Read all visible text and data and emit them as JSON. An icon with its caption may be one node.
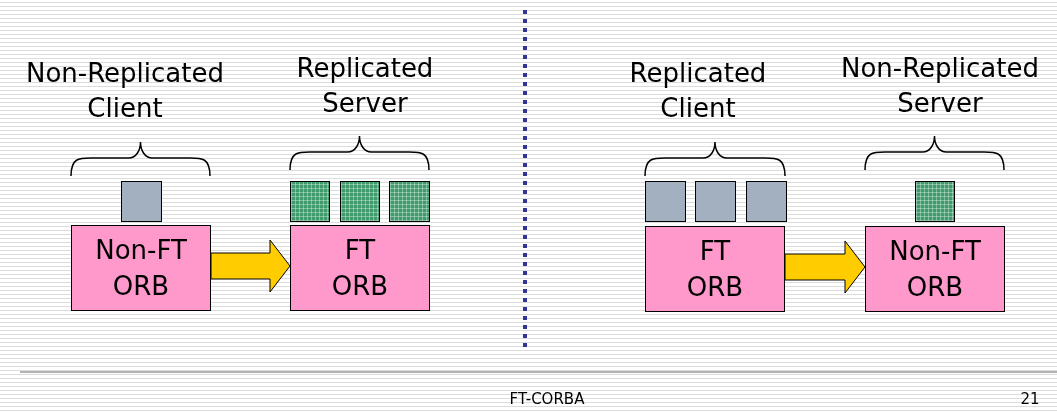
{
  "diagram": {
    "nodes": [
      {
        "text": [],
        "shape": "box"
      },
      {
        "text": [],
        "shape": "box"
      },
      {
        "text": [],
        "shape": "box"
      },
      {
        "text": [],
        "shape": "box"
      },
      {
        "text": [],
        "shape": "box"
      },
      {
        "text": [],
        "shape": "box"
      },
      {
        "text": [],
        "shape": "box"
      },
      {
        "text": [],
        "shape": "box"
      },
      {
        "text": [
          "Non-FT ORB"
        ]
      },
      {
        "text": [
          "FT ORB"
        ]
      },
      {
        "text": [
          "FT ORB"
        ]
      },
      {
        "text": [
          "Non-FT ORB"
        ]
      }
    ],
    "edges": [
      {
        "from": 8,
        "to": 9,
        "arrow": "to",
        "style": "thick",
        "color": "#ffcc00"
      },
      {
        "from": 10,
        "to": 11,
        "arrow": "to",
        "style": "thick",
        "color": "#ffcc00"
      }
    ],
    "labels": [
      "Non-Replicated Client",
      "Replicated Server",
      "Replicated Client",
      "Non-Replicated Server",
      "FT-CORBA",
      "21"
    ]
  }
}
